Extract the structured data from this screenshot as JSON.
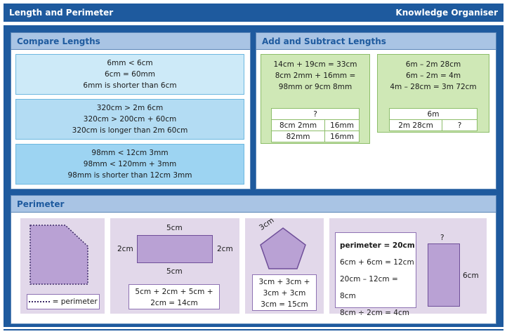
{
  "header": {
    "title": "Length and Perimeter",
    "right_title": "Knowledge Organiser"
  },
  "compare": {
    "title": "Compare Lengths",
    "boxes": [
      {
        "lines": [
          "6mm < 6cm",
          "6cm = 60mm",
          "6mm is shorter than 6cm"
        ],
        "color": "#cdeaf8"
      },
      {
        "lines": [
          "320cm > 2m 6cm",
          "320cm > 200cm + 60cm",
          "320cm is longer than 2m 60cm"
        ],
        "color": "#b3dcf3"
      },
      {
        "lines": [
          "98mm < 12cm 3mm",
          "98mm < 120mm + 3mm",
          "98mm is shorter than 12cm 3mm"
        ],
        "color": "#9dd4f2"
      }
    ]
  },
  "addsub": {
    "title": "Add and Subtract Lengths",
    "left": {
      "lines": [
        "14cm + 19cm = 33cm",
        "8cm 2mm + 16mm =",
        "98mm or 9cm 8mm"
      ],
      "table": {
        "top": "?",
        "cells": [
          [
            "8cm 2mm",
            "16mm"
          ],
          [
            "82mm",
            "16mm"
          ]
        ]
      }
    },
    "right": {
      "lines": [
        "6m – 2m 28cm",
        "6m – 2m = 4m",
        "4m – 28cm = 3m 72cm"
      ],
      "table": {
        "top": "6m",
        "cells": [
          [
            "2m 28cm",
            "?"
          ]
        ]
      }
    }
  },
  "perimeter": {
    "title": "Perimeter",
    "legend": "= perimeter",
    "rectangle": {
      "top": "5cm",
      "bottom": "5cm",
      "left": "2cm",
      "right": "2cm",
      "calc": [
        "5cm + 2cm + 5cm +",
        "2cm = 14cm"
      ]
    },
    "pentagon": {
      "side": "3cm",
      "calc": [
        "3cm + 3cm +",
        "3cm + 3cm",
        "3cm = 15cm"
      ]
    },
    "missing": {
      "lines": [
        "perimeter = 20cm",
        "6cm + 6cm = 12cm",
        "20cm – 12cm = 8cm",
        "8cm ÷ 2cm = 4cm"
      ],
      "top": "?",
      "side": "6cm"
    }
  },
  "colors": {
    "brand": "#1e5a9e",
    "panel_head": "#a9c4e4",
    "green": "#cfe8b6",
    "lilac": "#e2d8ea",
    "shape": "#b9a1d4"
  }
}
